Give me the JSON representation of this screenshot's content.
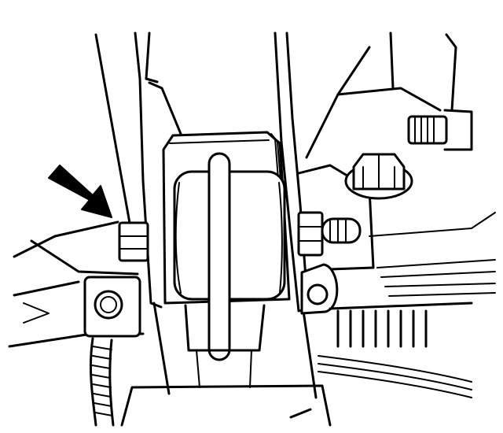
{
  "diagram": {
    "background": "#ffffff",
    "line_color": "#000000",
    "parts": [
      "mount-bracket",
      "rubber-insulator",
      "through-bolt",
      "nut",
      "flange-bolt",
      "callout-arrow",
      "wiring-harness",
      "cooling-fins"
    ]
  }
}
